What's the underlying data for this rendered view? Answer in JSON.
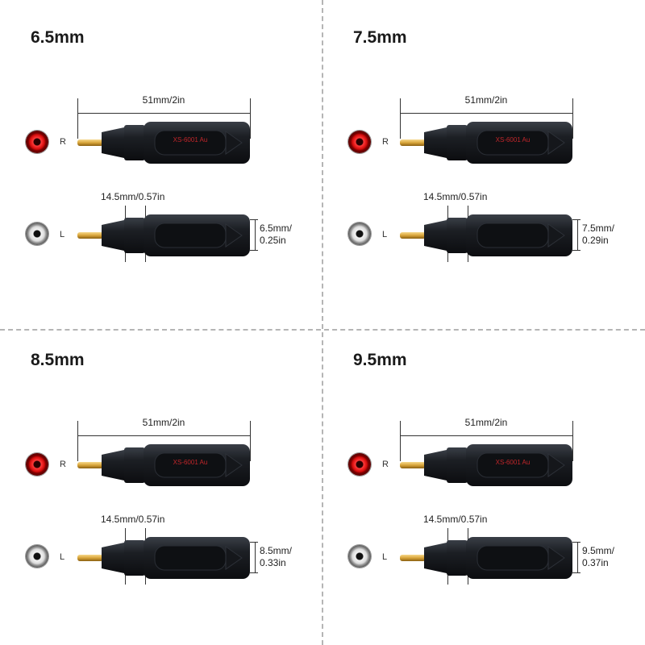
{
  "quadrants": [
    {
      "title": "6.5mm",
      "length_label": "51mm/2in",
      "head_label": "14.5mm/0.57in",
      "diameter_line1": "6.5mm/",
      "diameter_line2": "0.25in",
      "right_label": "R",
      "left_label": "L"
    },
    {
      "title": "7.5mm",
      "length_label": "51mm/2in",
      "head_label": "14.5mm/0.57in",
      "diameter_line1": "7.5mm/",
      "diameter_line2": "0.29in",
      "right_label": "R",
      "left_label": "L"
    },
    {
      "title": "8.5mm",
      "length_label": "51mm/2in",
      "head_label": "14.5mm/0.57in",
      "diameter_line1": "8.5mm/",
      "diameter_line2": "0.33in",
      "right_label": "R",
      "left_label": "L"
    },
    {
      "title": "9.5mm",
      "length_label": "51mm/2in",
      "head_label": "14.5mm/0.57in",
      "diameter_line1": "9.5mm/",
      "diameter_line2": "0.37in",
      "right_label": "R",
      "left_label": "L"
    }
  ],
  "plug_print": "XS-6001 Au",
  "colors": {
    "plug_body": "#1c1f24",
    "gold_pin": "#d8a53a",
    "red_jack": "#d40c0c",
    "print_red": "#c2262a",
    "divider": "#b5b5b5"
  }
}
